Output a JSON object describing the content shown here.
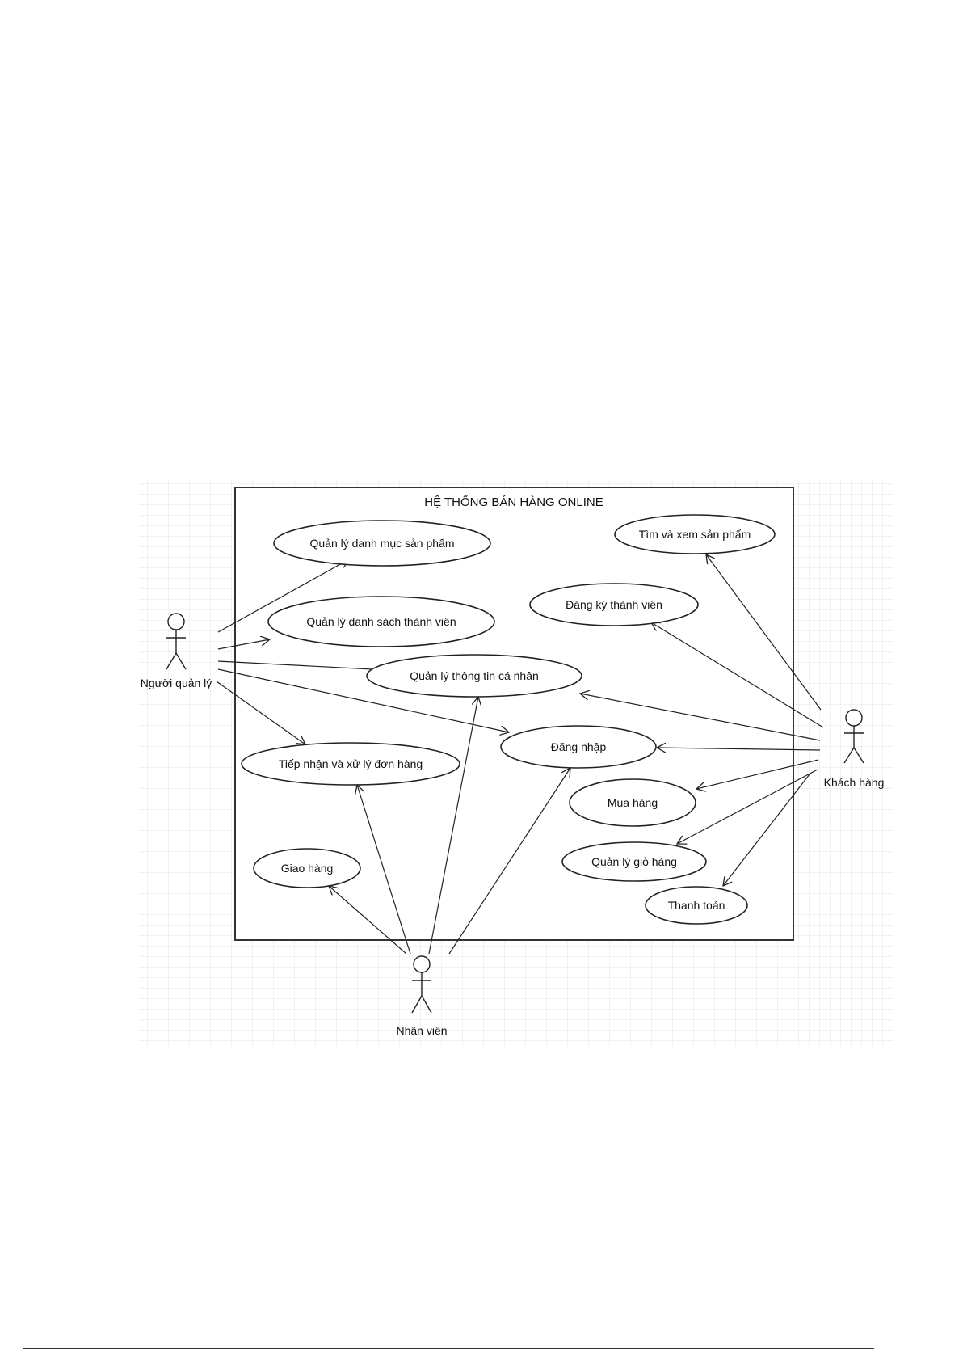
{
  "diagram": {
    "system_title": "HỆ THỐNG BÁN HÀNG ONLINE",
    "actors": {
      "manager": "Người quản lý",
      "customer": "Khách hàng",
      "staff": "Nhân viên"
    },
    "use_cases": {
      "manage_categories": "Quản lý danh mục sản phẩm",
      "manage_members": "Quản lý danh sách thành viên",
      "manage_profile": "Quản lý thông tin cá nhân",
      "process_orders": "Tiếp nhận và xử lý đơn hàng",
      "login": "Đăng nhập",
      "search_products": "Tìm và xem sản phẩm",
      "register": "Đăng ký thành viên",
      "buy": "Mua hàng",
      "manage_cart": "Quản lý giỏ hàng",
      "checkout": "Thanh toán",
      "delivery": "Giao hàng"
    },
    "associations": [
      {
        "from": "manager",
        "to": "manage_categories"
      },
      {
        "from": "manager",
        "to": "manage_members"
      },
      {
        "from": "manager",
        "to": "manage_profile"
      },
      {
        "from": "manager",
        "to": "login"
      },
      {
        "from": "manager",
        "to": "process_orders"
      },
      {
        "from": "customer",
        "to": "search_products"
      },
      {
        "from": "customer",
        "to": "register"
      },
      {
        "from": "customer",
        "to": "manage_profile"
      },
      {
        "from": "customer",
        "to": "login"
      },
      {
        "from": "customer",
        "to": "buy"
      },
      {
        "from": "customer",
        "to": "manage_cart"
      },
      {
        "from": "customer",
        "to": "checkout"
      },
      {
        "from": "staff",
        "to": "delivery"
      },
      {
        "from": "staff",
        "to": "process_orders"
      },
      {
        "from": "staff",
        "to": "manage_profile"
      },
      {
        "from": "staff",
        "to": "login"
      }
    ]
  }
}
